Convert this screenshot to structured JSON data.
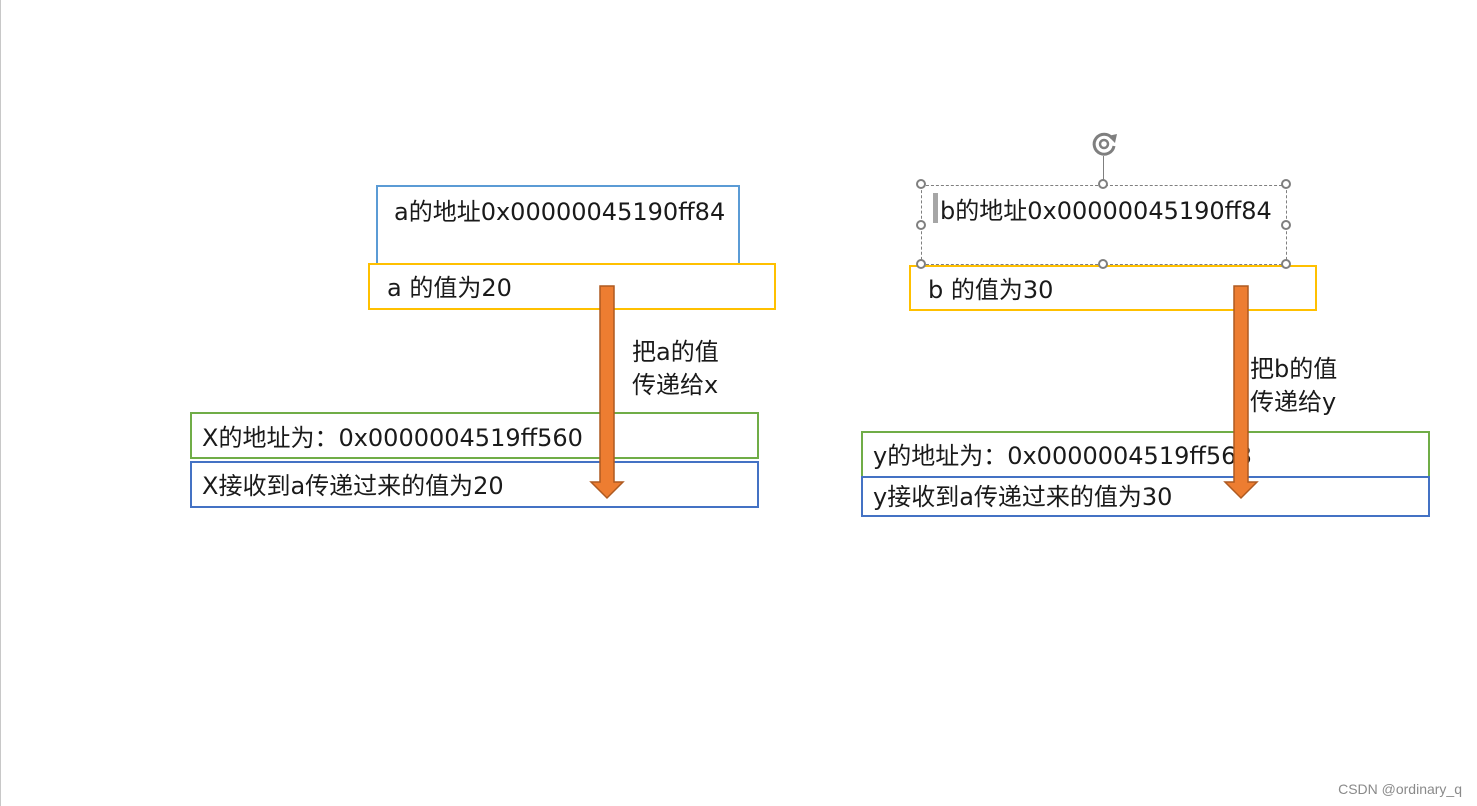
{
  "left": {
    "addr_a": "a的地址0x00000045190ff84",
    "value_a": "a 的值为20",
    "arrow_line1": "把a的值",
    "arrow_line2": "传递给x",
    "addr_x": "X的地址为：0x0000004519ff560",
    "recv_x": "X接收到a传递过来的值为20"
  },
  "right": {
    "addr_b": "b的地址0x00000045190ff84",
    "value_b": "b 的值为30",
    "arrow_line1": "把b的值",
    "arrow_line2": "传递给y",
    "addr_y": "y的地址为：0x0000004519ff568",
    "recv_y": "y接收到a传递过来的值为30"
  },
  "watermark": "CSDN @ordinary_q",
  "icons": {
    "rotate_handle": "rotate-icon",
    "resize_handles": "resize-handle-icon",
    "arrow": "down-arrow-icon"
  },
  "colors": {
    "address_outline": "#5b9bd5",
    "value_outline": "#ffc000",
    "param_address_outline": "#70ad47",
    "param_value_outline": "#4472c4",
    "arrow_fill": "#ed7d31",
    "arrow_stroke": "#ae5a21"
  }
}
